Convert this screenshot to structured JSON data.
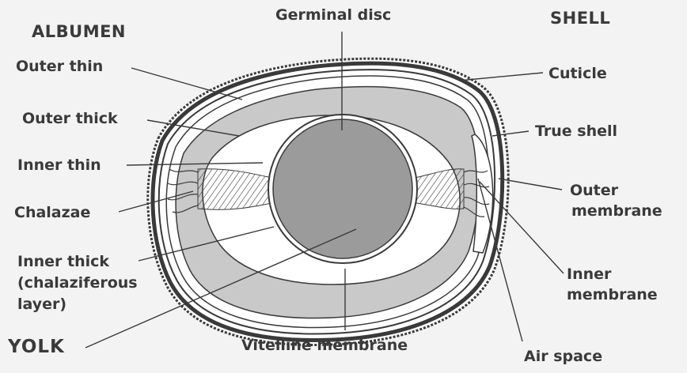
{
  "sections": {
    "albumen": "ALBUMEN",
    "shell": "SHELL",
    "yolk": "YOLK"
  },
  "labels": {
    "germinal_disc": "Germinal disc",
    "outer_thin": "Outer thin",
    "outer_thick": "Outer thick",
    "inner_thin": "Inner thin",
    "chalazae": "Chalazae",
    "inner_thick_line1": "Inner thick",
    "inner_thick_line2": "(chalaziferous",
    "inner_thick_line3": "layer)",
    "vitelline_membrane": "Vitelline membrane",
    "cuticle": "Cuticle",
    "true_shell": "True shell",
    "outer_membrane_line1": "Outer",
    "outer_membrane_line2": "membrane",
    "inner_membrane_line1": "Inner",
    "inner_membrane_line2": "membrane",
    "air_space": "Air space"
  },
  "colors": {
    "background": "#f3f3f3",
    "line": "#3a3a3a",
    "albumen_gray": "#c9c9c9",
    "yolk_gray": "#9b9b9b",
    "white": "#ffffff"
  }
}
